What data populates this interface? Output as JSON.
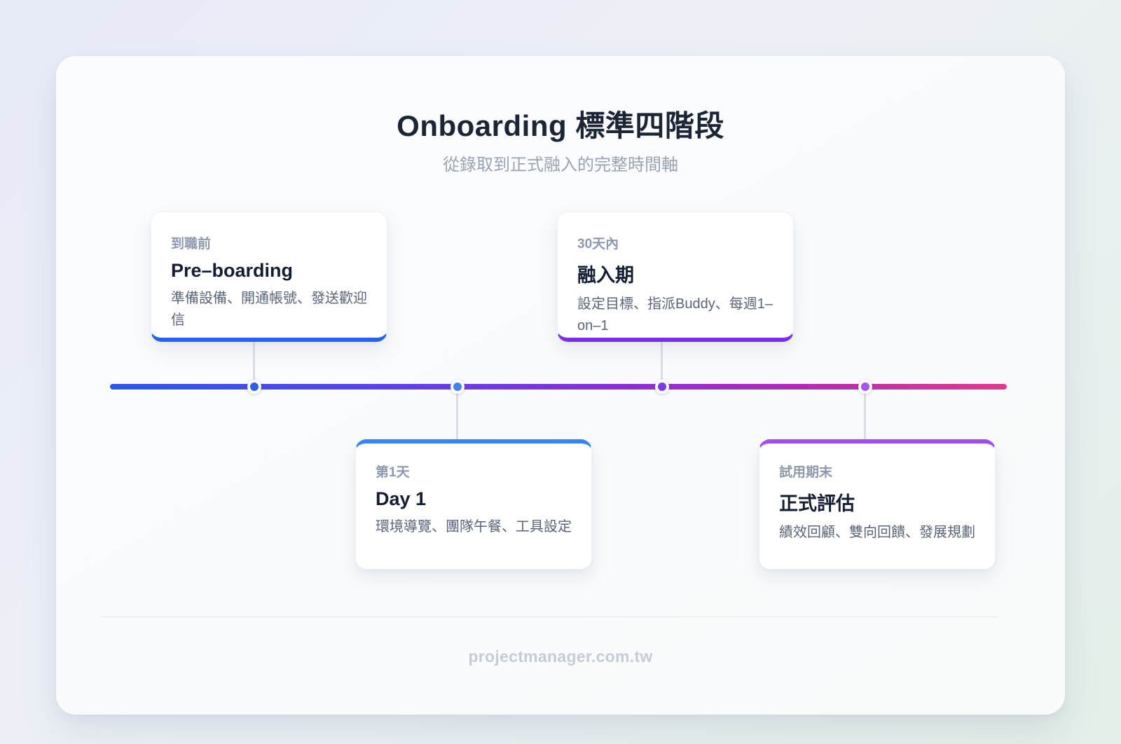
{
  "page": {
    "title": "Onboarding 標準四階段",
    "subtitle": "從錄取到正式融入的完整時間軸",
    "footer": "projectmanager.com.tw"
  },
  "timeline": {
    "gradient_css": "linear-gradient(90deg, #2858e8 0%, #5b43ec 30%, #8a2fd8 55%, #b42bb5 78%, #e2398f 100%)",
    "stem_color": "#dbdee4"
  },
  "stages": [
    {
      "label": "到職前",
      "title": "Pre–boarding",
      "description": "準備設備、開通帳號、發送歡迎信",
      "accent": "#2563eb",
      "dot_color": "#2d5fe0",
      "card_position": "above-timeline"
    },
    {
      "label": "第1天",
      "title": "Day 1",
      "description": "環境導覽、團隊午餐、工具設定",
      "accent": "#3b82f6",
      "dot_color": "#3f83f1",
      "card_position": "below-timeline"
    },
    {
      "label": "30天內",
      "title": "融入期",
      "description": "設定目標、指派Buddy、每週1–on–1",
      "accent": "#7c2ee3",
      "dot_color": "#7a3bea",
      "card_position": "above-timeline"
    },
    {
      "label": "試用期末",
      "title": "正式評估",
      "description": "績效回顧、雙向回饋、發展規劃",
      "accent": "#a24bf0",
      "dot_color": "#a457f2",
      "card_position": "below-timeline"
    }
  ]
}
